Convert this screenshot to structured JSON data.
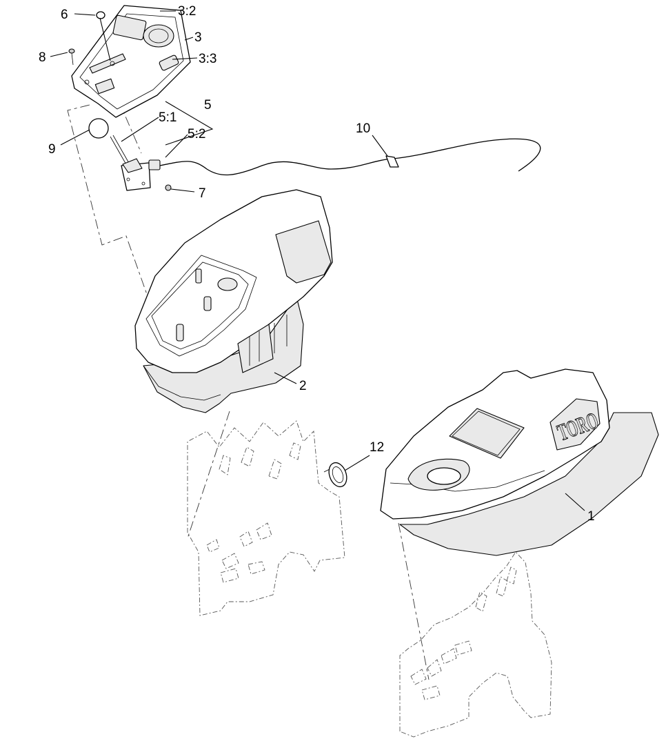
{
  "callouts": {
    "c1": "1",
    "c2": "2",
    "c3": "3",
    "c3_2": "3:2",
    "c3_3": "3:3",
    "c5": "5",
    "c5_1": "5:1",
    "c5_2": "5:2",
    "c6": "6",
    "c7": "7",
    "c8": "8",
    "c9": "9",
    "c10": "10",
    "c12": "12"
  },
  "brand_logo_text": "TORO"
}
